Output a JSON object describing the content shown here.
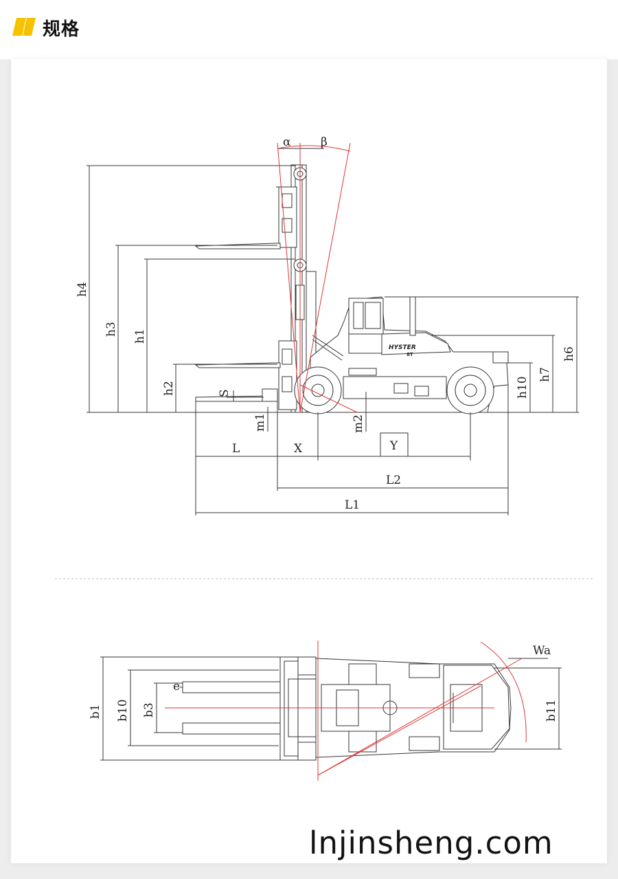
{
  "header": {
    "title": "规格"
  },
  "side_view": {
    "labels": {
      "alpha": "α",
      "beta": "β",
      "h4": "h4",
      "h3": "h3",
      "h1": "h1",
      "h2": "h2",
      "S": "S",
      "m1": "m1",
      "m2": "m2",
      "h10": "h10",
      "h7": "h7",
      "h6": "h6",
      "L": "L",
      "X": "X",
      "Y": "Y",
      "L2": "L2",
      "L1": "L1"
    },
    "brand": "HYSTER",
    "model": "8T"
  },
  "top_view": {
    "labels": {
      "b1": "b1",
      "b10": "b10",
      "b3": "b3",
      "e": "e",
      "Wa": "Wa",
      "b11": "b11"
    }
  },
  "watermark": "lnjinsheng.com"
}
